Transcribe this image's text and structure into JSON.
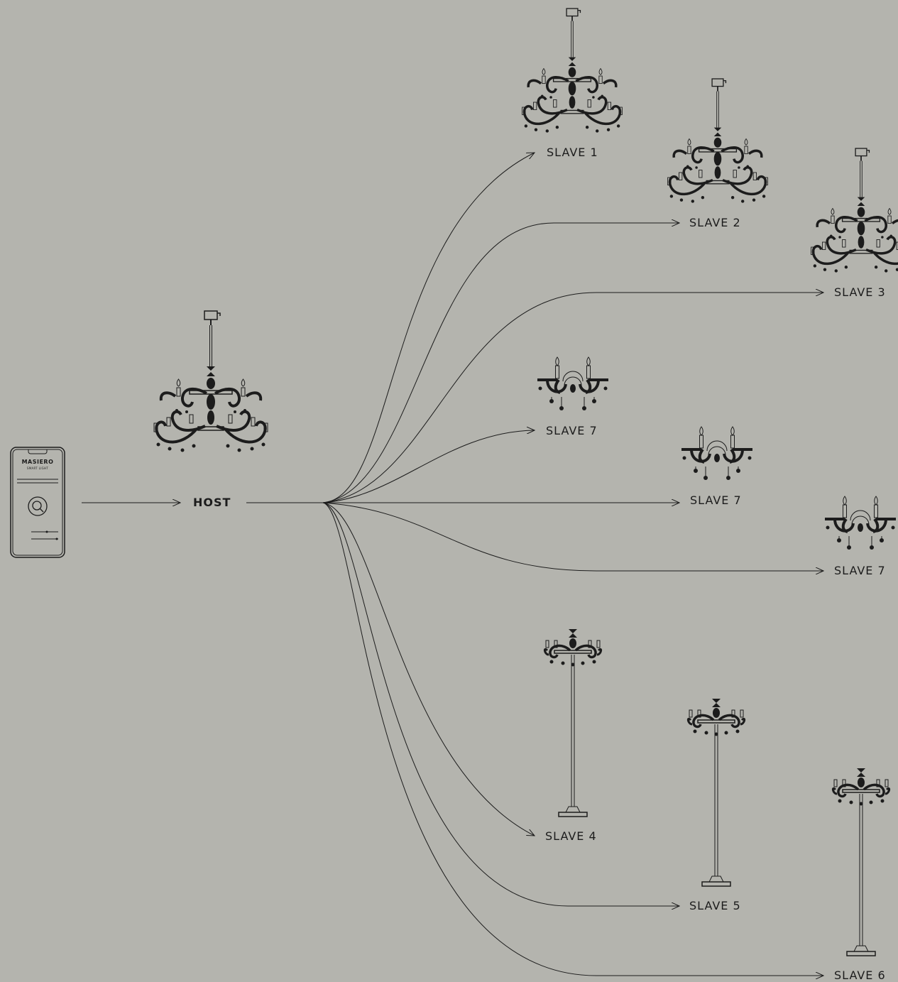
{
  "app": {
    "brand": "MASIERO",
    "subtitle": "SMART LIGHT"
  },
  "host": {
    "label": "HOST"
  },
  "slaves": [
    {
      "label": "SLAVE 1",
      "type": "chandelier"
    },
    {
      "label": "SLAVE 2",
      "type": "chandelier"
    },
    {
      "label": "SLAVE 3",
      "type": "chandelier"
    },
    {
      "label": "SLAVE 7",
      "type": "wall-sconce"
    },
    {
      "label": "SLAVE 7",
      "type": "wall-sconce"
    },
    {
      "label": "SLAVE 7",
      "type": "wall-sconce"
    },
    {
      "label": "SLAVE 4",
      "type": "floor-lamp"
    },
    {
      "label": "SLAVE 5",
      "type": "floor-lamp"
    },
    {
      "label": "SLAVE 6",
      "type": "floor-lamp"
    }
  ],
  "colors": {
    "background": "#b4b4ae",
    "ink": "#1c1c1c"
  }
}
